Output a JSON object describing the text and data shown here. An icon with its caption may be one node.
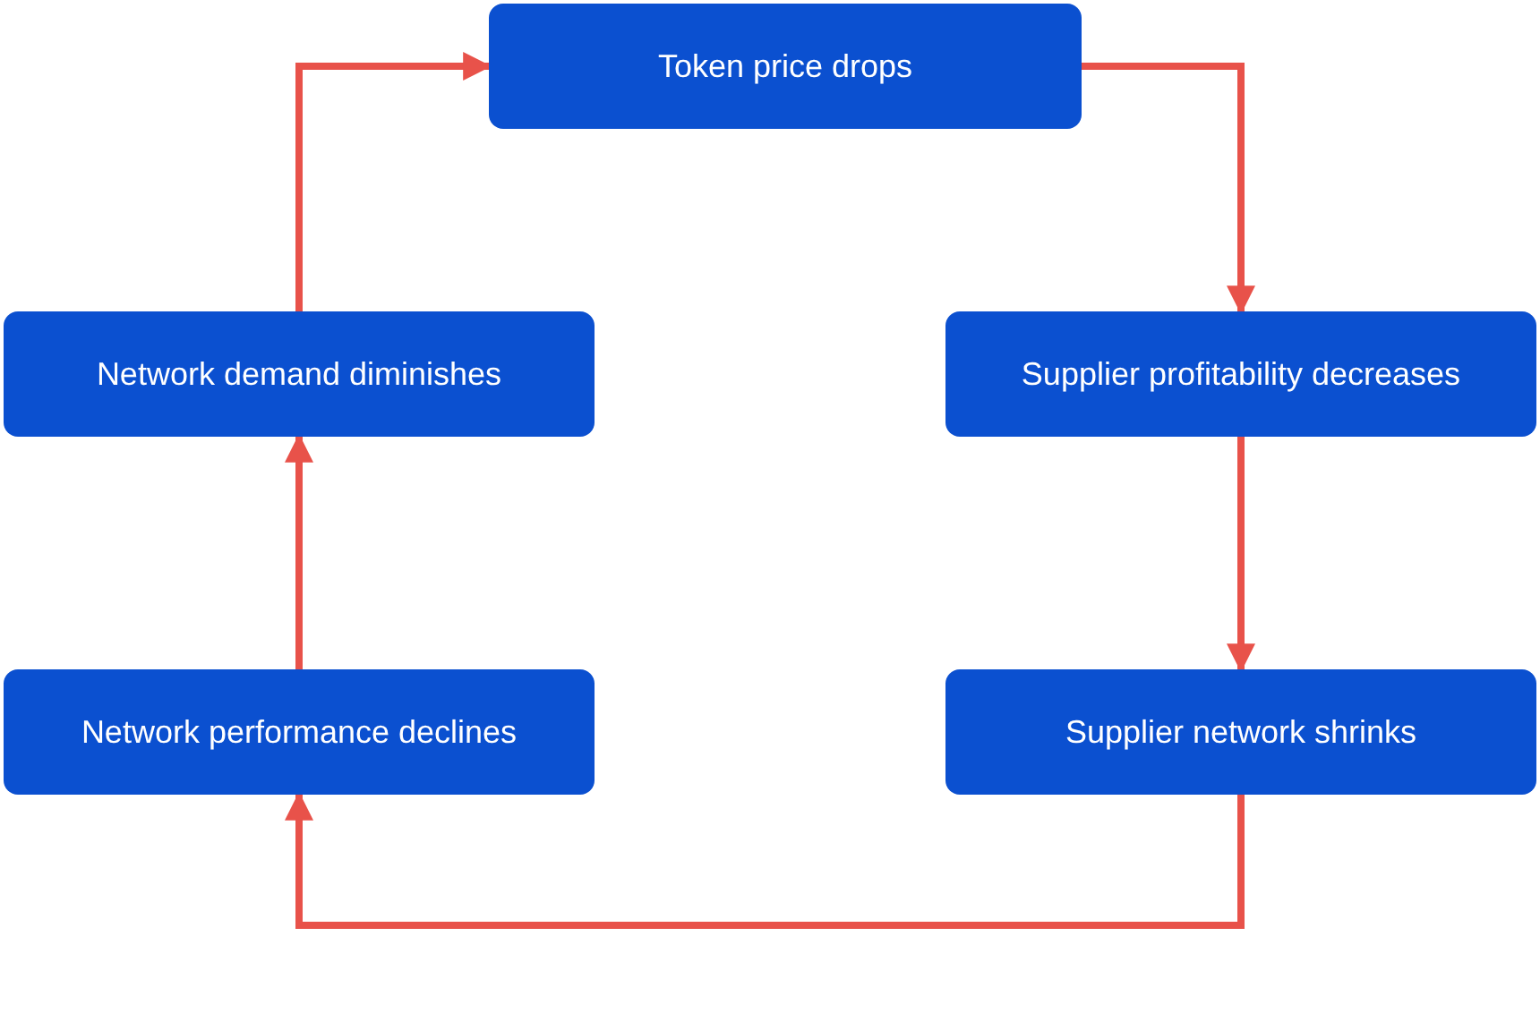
{
  "diagram": {
    "nodes": [
      {
        "text": [
          "Token price drops"
        ]
      },
      {
        "text": [
          "Network demand diminishes"
        ]
      },
      {
        "text": [
          "Supplier profitability decreases"
        ]
      },
      {
        "text": [
          "Network performance declines"
        ]
      },
      {
        "text": [
          "Supplier network shrinks"
        ]
      }
    ],
    "edges": [
      {
        "from": 0,
        "to": 2,
        "arrow": "to"
      },
      {
        "from": 2,
        "to": 4,
        "arrow": "to"
      },
      {
        "from": 4,
        "to": 3,
        "arrow": "to"
      },
      {
        "from": 3,
        "to": 1,
        "arrow": "to"
      },
      {
        "from": 1,
        "to": 0,
        "arrow": "to"
      }
    ]
  }
}
